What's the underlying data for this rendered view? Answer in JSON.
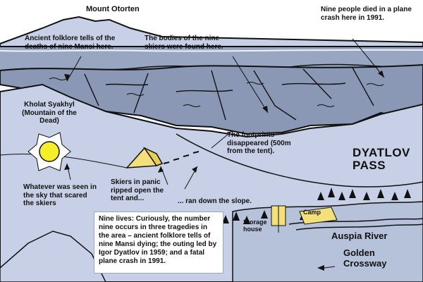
{
  "title": "Mount Otorten",
  "plane_crash": "Nine people died in a plane crash here in 1991.",
  "mansi_folklore": "Ancient folklore tells of the deaths of nine Mansi here.",
  "bodies_found": "The bodies of the nine skiers were found here.",
  "kholat_name": "Kholat Syakhyl",
  "kholat_subtitle": "(Mountain of the Dead)",
  "footprints": "The footprints disappeared (500m from the tent).",
  "pass_name": "DYATLOV PASS",
  "sky_object": "Whatever was seen in the sky that scared the skiers",
  "skiers_panic": "Skiers in panic ripped open the tent and...",
  "ran_down": "... ran down the slope.",
  "camp": "Camp",
  "storage_house": "Storage house",
  "river": "Auspia River",
  "crossway": "Golden Crossway",
  "nine_lives": "Nine lives: Curiously, the number nine occurs in three tragedies in the area – ancient folklore tells of nine Mansi dying; the outing led by Igor Dyatlov in 1959; and a fatal plane crash in 1991.",
  "colors": {
    "sky": "#ffffff",
    "snow": "#c7d0e6",
    "cliff_band": "#8a98b5",
    "sun": "#f7ee2a",
    "tent": "#f4e07a",
    "ink": "#111111"
  }
}
